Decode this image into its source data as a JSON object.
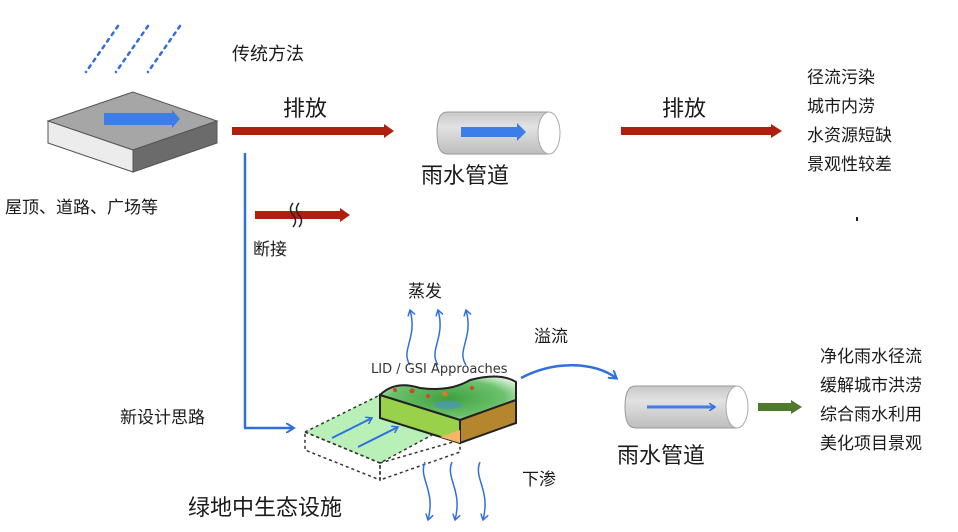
{
  "title": "传统方法",
  "source_label": "屋顶、道路、广场等",
  "traditional": {
    "discharge_label_1": "排放",
    "pipe_label": "雨水管道",
    "discharge_label_2": "排放",
    "problems": [
      "径流污染",
      "城市内涝",
      "水资源短缺",
      "景观性较差"
    ]
  },
  "disconnect_label": "断接",
  "new_design_label": "新设计思路",
  "facility": {
    "evaporation_label": "蒸发",
    "approach_label": "LID / GSI Approaches",
    "overflow_label": "溢流",
    "infiltration_label": "下渗",
    "name": "绿地中生态设施"
  },
  "new_path": {
    "pipe_label": "雨水管道",
    "benefits": [
      "净化雨水径流",
      "缓解城市洪涝",
      "综合雨水利用",
      "美化项目景观"
    ]
  },
  "colors": {
    "discharge_arrow": "#b01e0e",
    "water_blue": "#2f6fe0",
    "benefit_arrow": "#4f7a2c",
    "pipe_gray": "#d9d9d9",
    "slab_top": "#a6a6a6"
  }
}
